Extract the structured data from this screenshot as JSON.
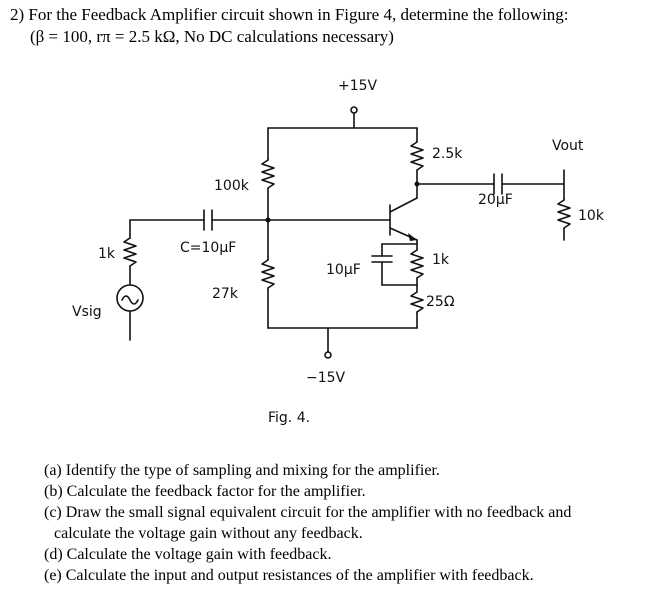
{
  "question": {
    "heading": "2) For the Feedback Amplifier circuit shown in Figure 4, determine the following:",
    "given": "(β = 100, rπ = 2.5 kΩ, No DC calculations necessary)"
  },
  "figure": {
    "vcc_label": "+15V",
    "vee_label": "−15V",
    "r_bias_top": "100k",
    "r_bias_bottom": "27k",
    "r_source": "1k",
    "source_label": "Vsig",
    "c_in": "C=10μF",
    "r_collector": "2.5k",
    "c_out": "20μF",
    "r_load": "10k",
    "out_label": "Vout",
    "c_bypass": "10μF",
    "r_e1": "1k",
    "r_e2": "25Ω",
    "caption": "Fig. 4."
  },
  "parts": [
    "(a) Identify the type of sampling and mixing for the amplifier.",
    "(b) Calculate the feedback factor for the amplifier.",
    "(c) Draw the small signal equivalent circuit for the amplifier with no feedback and",
    "calculate the voltage gain without any feedback.",
    "(d) Calculate the voltage gain with feedback.",
    "(e) Calculate the input and output resistances of the amplifier with feedback."
  ]
}
